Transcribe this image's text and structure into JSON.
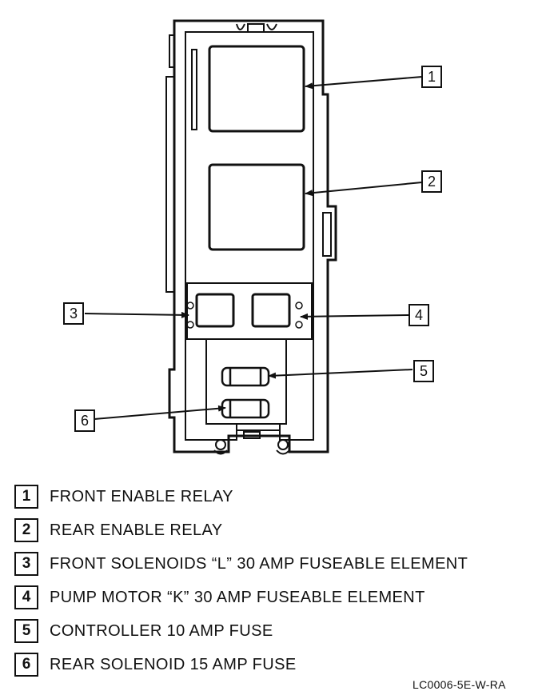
{
  "callouts": [
    "1",
    "2",
    "3",
    "4",
    "5",
    "6"
  ],
  "legend": [
    {
      "num": "1",
      "label": "FRONT ENABLE RELAY"
    },
    {
      "num": "2",
      "label": "REAR ENABLE RELAY"
    },
    {
      "num": "3",
      "label": "FRONT SOLENOIDS “L” 30 AMP FUSEABLE ELEMENT"
    },
    {
      "num": "4",
      "label": "PUMP MOTOR “K” 30 AMP FUSEABLE ELEMENT"
    },
    {
      "num": "5",
      "label": "CONTROLLER 10 AMP FUSE"
    },
    {
      "num": "6",
      "label": "REAR SOLENOID 15 AMP FUSE"
    }
  ],
  "figure_code": "LC0006-5E-W-RA"
}
